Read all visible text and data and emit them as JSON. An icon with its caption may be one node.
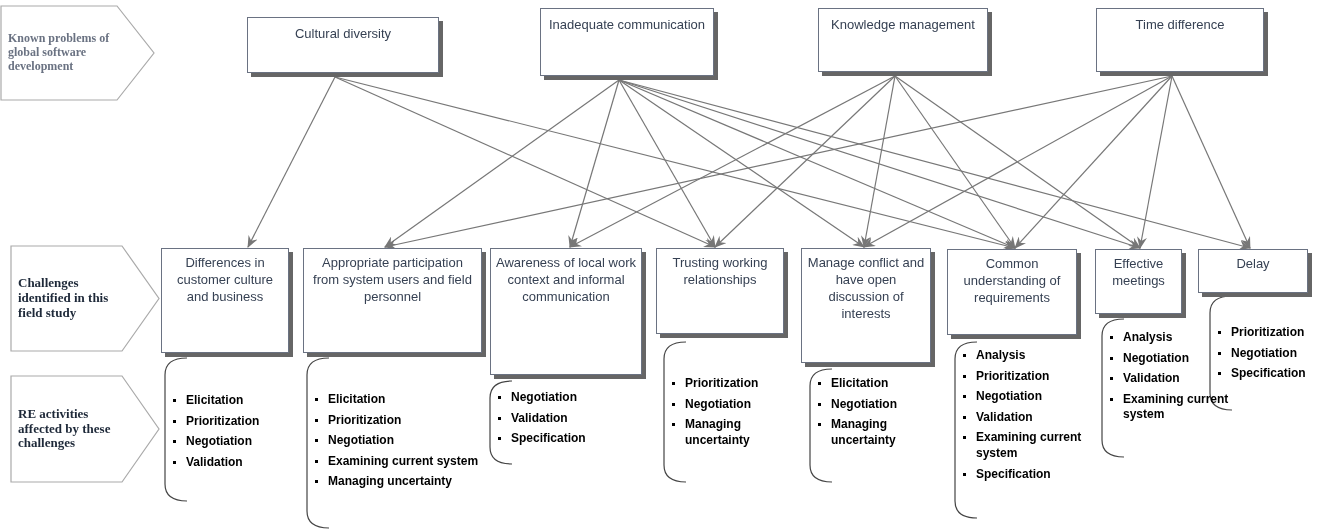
{
  "diagram": {
    "nodes": [
      {
        "text": [
          "Known problems of global software development"
        ]
      },
      {
        "text": [
          "Cultural diversity"
        ]
      },
      {
        "text": [
          "Inadequate communication"
        ]
      },
      {
        "text": [
          "Knowledge management"
        ]
      },
      {
        "text": [
          "Time difference"
        ]
      },
      {
        "text": [
          "Challenges identified in this field study"
        ]
      },
      {
        "text": [
          "Differences in customer culture and business"
        ]
      },
      {
        "text": [
          "Appropriate participation from system users and field personnel"
        ]
      },
      {
        "text": [
          "Awareness of local work context and informal communication"
        ]
      },
      {
        "text": [
          "Trusting working relationships"
        ]
      },
      {
        "text": [
          "Manage conflict and have open discussion of interests"
        ]
      },
      {
        "text": [
          "Common understanding of requirements"
        ]
      },
      {
        "text": [
          "Effective meetings"
        ]
      },
      {
        "text": [
          "Delay"
        ]
      },
      {
        "text": [
          "RE activities affected by these challenges"
        ]
      },
      {
        "text": [
          "Elicitation",
          "Prioritization",
          "Negotiation",
          "Validation"
        ]
      },
      {
        "text": [
          "Elicitation",
          "Prioritization",
          "Negotiation",
          "Examining current system",
          "Managing uncertainty"
        ]
      },
      {
        "text": [
          "Negotiation",
          "Validation",
          "Specification"
        ]
      },
      {
        "text": [
          "Prioritization",
          "Negotiation",
          "Managing uncertainty"
        ]
      },
      {
        "text": [
          "Elicitation",
          "Negotiation",
          "Managing uncertainty"
        ]
      },
      {
        "text": [
          "Analysis",
          "Prioritization",
          "Negotiation",
          "Validation",
          "Examining current system",
          "Specification"
        ]
      },
      {
        "text": [
          "Analysis",
          "Negotiation",
          "Validation",
          "Examining current system"
        ]
      },
      {
        "text": [
          "Prioritization",
          "Negotiation",
          "Specification"
        ]
      }
    ],
    "edges": [
      {
        "from": 1,
        "to": 6,
        "arrow": "to"
      },
      {
        "from": 1,
        "to": 9,
        "arrow": "to"
      },
      {
        "from": 1,
        "to": 11,
        "arrow": "to"
      },
      {
        "from": 2,
        "to": 7,
        "arrow": "to"
      },
      {
        "from": 2,
        "to": 8,
        "arrow": "to"
      },
      {
        "from": 2,
        "to": 9,
        "arrow": "to"
      },
      {
        "from": 2,
        "to": 10,
        "arrow": "to"
      },
      {
        "from": 2,
        "to": 11,
        "arrow": "to"
      },
      {
        "from": 2,
        "to": 12,
        "arrow": "to"
      },
      {
        "from": 2,
        "to": 13,
        "arrow": "to"
      },
      {
        "from": 3,
        "to": 8,
        "arrow": "to"
      },
      {
        "from": 3,
        "to": 9,
        "arrow": "to"
      },
      {
        "from": 3,
        "to": 10,
        "arrow": "to"
      },
      {
        "from": 3,
        "to": 11,
        "arrow": "to"
      },
      {
        "from": 3,
        "to": 12,
        "arrow": "to"
      },
      {
        "from": 4,
        "to": 7,
        "arrow": "to"
      },
      {
        "from": 4,
        "to": 10,
        "arrow": "to"
      },
      {
        "from": 4,
        "to": 11,
        "arrow": "to"
      },
      {
        "from": 4,
        "to": 12,
        "arrow": "to"
      },
      {
        "from": 4,
        "to": 13,
        "arrow": "to"
      }
    ]
  }
}
